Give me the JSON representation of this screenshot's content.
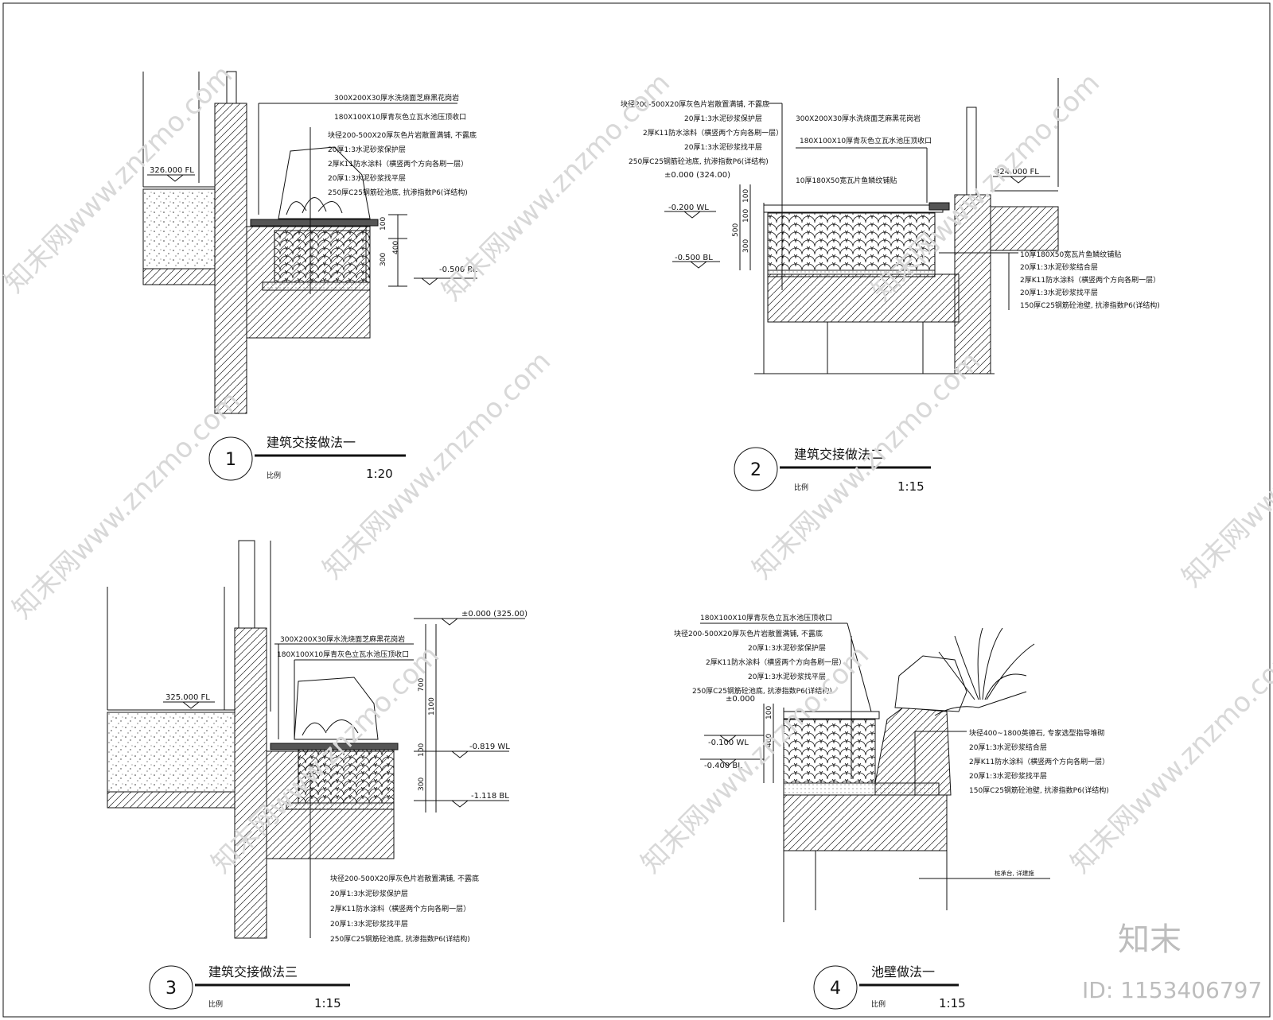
{
  "watermark": {
    "text": "知末网www.znzmo.com",
    "brand": "知末",
    "id_label": "ID: 1153406797"
  },
  "details": [
    {
      "number": "1",
      "title": "建筑交接做法一",
      "scale_label": "比例",
      "scale": "1:20",
      "fl": "326.000 FL",
      "bl": "-0.500 BL",
      "dims": [
        "100",
        "400",
        "300"
      ],
      "notes": [
        "300X200X30厚水洗烧面芝麻黑花岗岩",
        "180X100X10厚青灰色立瓦水池压顶收口",
        "块径200-500X20厚灰色片岩散置满铺, 不露底",
        "20厚1:3水泥砂浆保护层",
        "2厚K11防水涂料（横竖两个方向各刷一层）",
        "20厚1:3水泥砂浆找平层",
        "250厚C25钢筋砼池底, 抗渗指数P6(详结构)"
      ]
    },
    {
      "number": "2",
      "title": "建筑交接做法二",
      "scale_label": "比例",
      "scale": "1:15",
      "fl": "324.000 FL",
      "wl": "-0.200 WL",
      "bl": "-0.500 BL",
      "zero": "±0.000 (324.00)",
      "dims": [
        "100",
        "100",
        "500",
        "300"
      ],
      "notes_left": [
        "块径200-500X20厚灰色片岩散置满铺, 不露底",
        "20厚1:3水泥砂浆保护层",
        "2厚K11防水涂料（横竖两个方向各刷一层）",
        "20厚1:3水泥砂浆找平层",
        "250厚C25钢筋砼池底, 抗渗指数P6(详结构)"
      ],
      "notes_top": [
        "300X200X30厚水洗烧面芝麻黑花岗岩",
        "180X100X10厚青灰色立瓦水池压顶收口",
        "10厚180X50宽瓦片鱼鳞纹铺贴"
      ],
      "notes_right": [
        "10厚180X50宽瓦片鱼鳞纹铺贴",
        "20厚1:3水泥砂浆结合层",
        "2厚K11防水涂料（横竖两个方向各刷一层）",
        "20厚1:3水泥砂浆找平层",
        "150厚C25钢筋砼池壁, 抗渗指数P6(详结构)"
      ]
    },
    {
      "number": "3",
      "title": "建筑交接做法三",
      "scale_label": "比例",
      "scale": "1:15",
      "fl": "325.000 FL",
      "zero": "±0.000 (325.00)",
      "wl": "-0.819 WL",
      "bl": "-1.118 BL",
      "dims": [
        "700",
        "1100",
        "100",
        "300"
      ],
      "notes_top": [
        "300X200X30厚水洗烧面芝麻黑花岗岩",
        "180X100X10厚青灰色立瓦水池压顶收口"
      ],
      "notes_bottom": [
        "块径200-500X20厚灰色片岩散置满铺, 不露底",
        "20厚1:3水泥砂浆保护层",
        "2厚K11防水涂料（横竖两个方向各刷一层）",
        "20厚1:3水泥砂浆找平层",
        "250厚C25钢筋砼池底, 抗渗指数P6(详结构)"
      ]
    },
    {
      "number": "4",
      "title": "池壁做法一",
      "scale_label": "比例",
      "scale": "1:15",
      "zero": "±0.000",
      "wl": "-0.100 WL",
      "bl": "-0.400 BL",
      "dims": [
        "100",
        "400"
      ],
      "notes_left": [
        "180X100X10厚青灰色立瓦水池压顶收口",
        "块径200-500X20厚灰色片岩散置满铺, 不露底",
        "20厚1:3水泥砂浆保护层",
        "2厚K11防水涂料（横竖两个方向各刷一层）",
        "20厚1:3水泥砂浆找平层",
        "250厚C25钢筋砼池底, 抗渗指数P6(详结构)"
      ],
      "notes_right": [
        "块径400~1800英德石, 专家选型指导堆砌",
        "20厚1:3水泥砂浆结合层",
        "2厚K11防水涂料（横竖两个方向各刷一层）",
        "20厚1:3水泥砂浆找平层",
        "150厚C25钢筋砼池壁, 抗渗指数P6(详结构)"
      ],
      "note_pile": "桩承台, 详建施"
    }
  ]
}
